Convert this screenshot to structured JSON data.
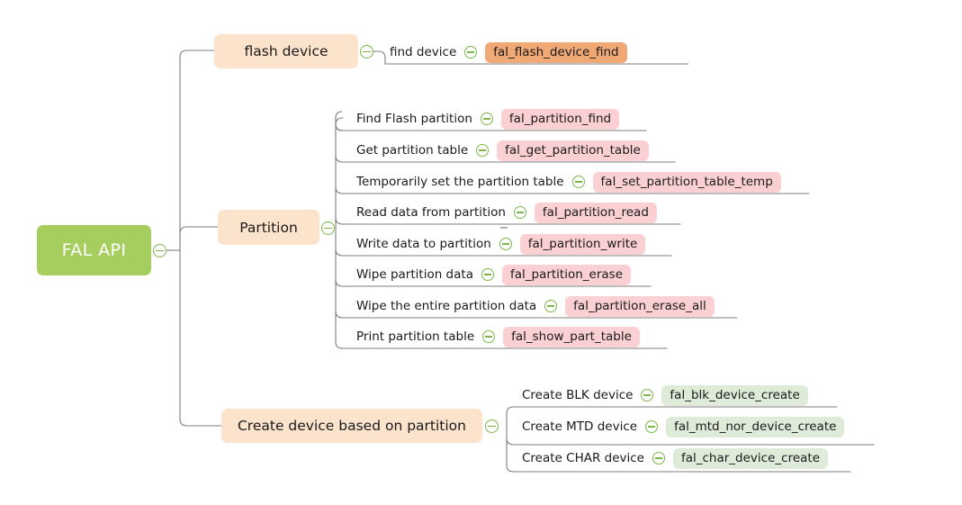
{
  "diagram": {
    "type": "mindmap",
    "title": "FAL API",
    "root": {
      "label": "FAL API",
      "color": "#a6ce5f",
      "text_color": "#ffffff",
      "toggle": "collapse-toggle-icon"
    },
    "branches": [
      {
        "label": "flash device",
        "color": "#fbe3cc",
        "badge_color": "#f0a875",
        "children": [
          {
            "label": "find device",
            "api": "fal_flash_device_find"
          }
        ]
      },
      {
        "label": "Partition",
        "color": "#fbe3cc",
        "badge_color": "#fbd0d2",
        "children": [
          {
            "label": "Find Flash partition",
            "api": "fal_partition_find"
          },
          {
            "label": "Get partition table",
            "api": "fal_get_partition_table"
          },
          {
            "label": "Temporarily set the partition table",
            "api": "fal_set_partition_table_temp"
          },
          {
            "label": "Read data from partition",
            "api": "fal_partition_read"
          },
          {
            "label": "Write data to partition",
            "api": "fal_partition_write"
          },
          {
            "label": "Wipe partition data",
            "api": "fal_partition_erase"
          },
          {
            "label": "Wipe the entire partition data",
            "api": "fal_partition_erase_all"
          },
          {
            "label": "Print partition table",
            "api": "fal_show_part_table"
          }
        ]
      },
      {
        "label": "Create device based on partition",
        "color": "#fbe3cc",
        "badge_color": "#deebd9",
        "children": [
          {
            "label": "Create BLK device",
            "api": "fal_blk_device_create"
          },
          {
            "label": "Create MTD device",
            "api": "fal_mtd_nor_device_create"
          },
          {
            "label": "Create CHAR device",
            "api": "fal_char_device_create"
          }
        ]
      }
    ],
    "colors": {
      "root": "#a6ce5f",
      "node": "#fbe3cc",
      "badge_orange": "#f0a875",
      "badge_pink": "#fbd0d2",
      "badge_green": "#deebd9",
      "connector": "#7d7d7d",
      "toggle": "#7ab648",
      "background": "#ffffff"
    }
  }
}
